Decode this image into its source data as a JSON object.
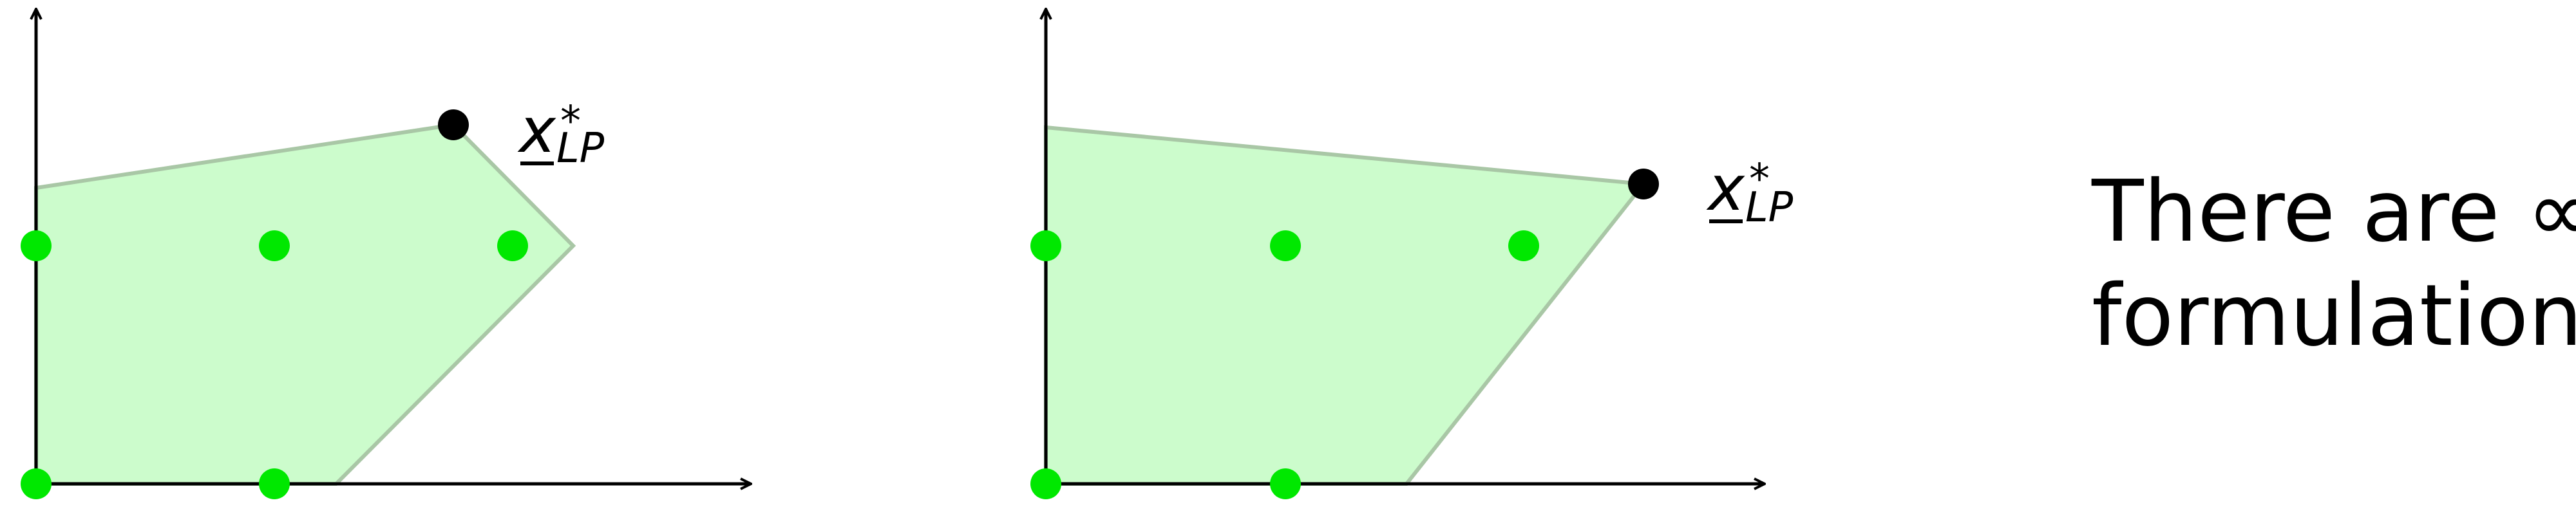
{
  "colors": {
    "feasible_fill": "#ccfccc",
    "feasible_stroke": "#a9c7a6",
    "integer_point": "#00e800",
    "lp_optimum": "#000000",
    "axis": "#000000"
  },
  "panels": [
    {
      "lp_label": {
        "main": "x",
        "sup": "*",
        "sub": "LP"
      }
    },
    {
      "lp_label": {
        "main": "x",
        "sup": "*",
        "sub": "LP"
      }
    }
  ],
  "caption": {
    "line1": "There are ∞",
    "line2": "formulations"
  }
}
